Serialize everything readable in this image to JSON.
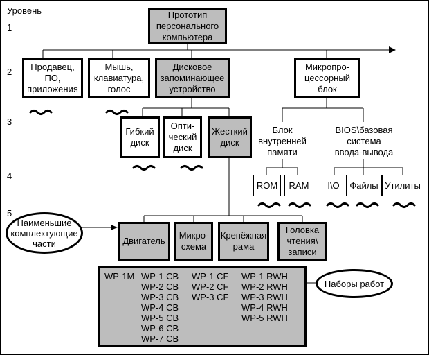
{
  "levels": {
    "header": "Уровень",
    "l1": "1",
    "l2": "2",
    "l3": "3",
    "l4": "4",
    "l5": "5"
  },
  "nodes": {
    "root": [
      "Прототип",
      "персонального",
      "компьютера"
    ],
    "seller": [
      "Продавец,",
      "ПО,",
      "приложения"
    ],
    "mouse": [
      "Мышь,",
      "клавиатура,",
      "голос"
    ],
    "storage": [
      "Дисковое",
      "запоминающее",
      "устройство"
    ],
    "cpu": [
      "Микропро-",
      "цессорный",
      "блок"
    ],
    "floppy": [
      "Гибкий",
      "диск"
    ],
    "optical": [
      "Опти-",
      "ческий",
      "диск"
    ],
    "hdd": [
      "Жесткий",
      "диск"
    ],
    "memory_block": [
      "Блок",
      "внутренней",
      "памяти"
    ],
    "bios": [
      "BIOS\\базовая",
      "система",
      "ввода-вывода"
    ],
    "rom": "ROM",
    "ram": "RAM",
    "io": "I\\O",
    "files": "Файлы",
    "utils": "Утилиты",
    "engine": "Двигатель",
    "chip": [
      "Микро-",
      "схема"
    ],
    "frame": [
      "Крепёжная",
      "рама"
    ],
    "head": [
      "Головка",
      "чтения\\",
      "записи"
    ]
  },
  "callouts": {
    "smallest": [
      "Наименьшие",
      "комплектующие",
      "части"
    ],
    "worksets": "Наборы работ"
  },
  "work_packages": {
    "col1": [
      "WP-1M"
    ],
    "col2": [
      "WP-1 CB",
      "WP-2 CB",
      "WP-3 CB",
      "WP-4 CB",
      "WP-5 CB",
      "WP-6 CB",
      "WP-7 CB"
    ],
    "col3": [
      "WP-1 CF",
      "WP-2 CF",
      "WP-3 CF"
    ],
    "col4": [
      "WP-1 RWH",
      "WP-2 RWH",
      "WP-3 RWH",
      "WP-4 RWH",
      "WP-5 RWH"
    ]
  },
  "colors": {
    "gray_fill": "#bdbdbd",
    "line": "#000000"
  }
}
